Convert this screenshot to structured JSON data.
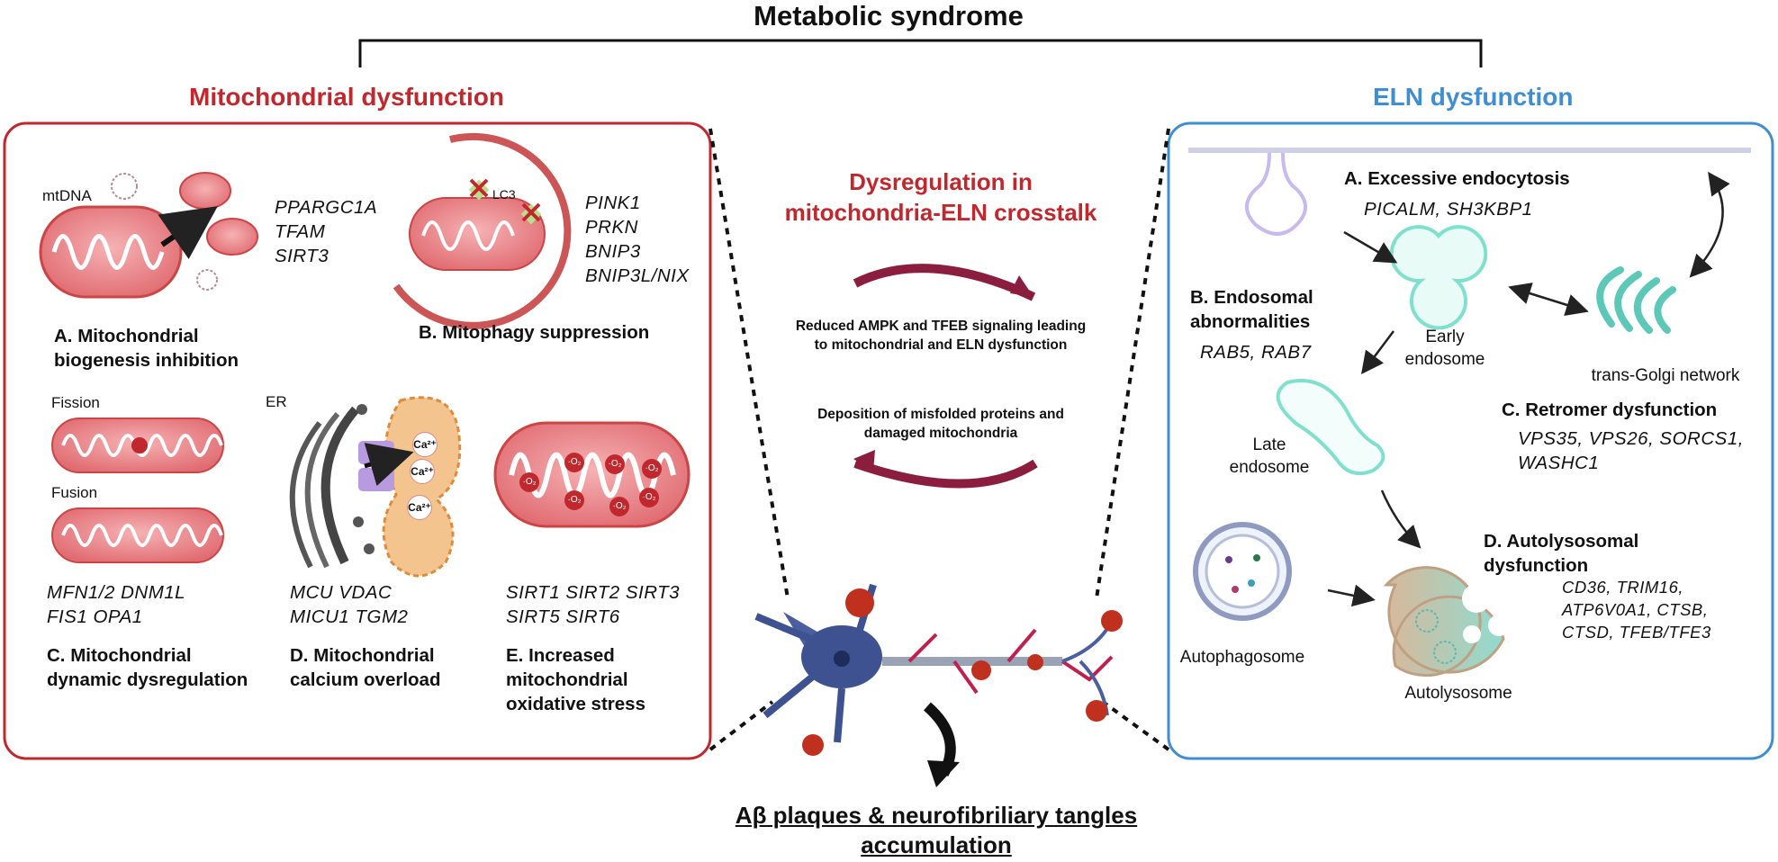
{
  "title": "Metabolic syndrome",
  "left_section": {
    "title": "Mitochondrial dysfunction",
    "mtdna_label": "mtDNA",
    "lc3_label": "LC3",
    "fission_label": "Fission",
    "fusion_label": "Fusion",
    "er_label": "ER",
    "ca_label": "Ca²⁺",
    "ros_label": "·O₂",
    "panel_a": {
      "title_line1": "A. Mitochondrial",
      "title_line2": "biogenesis inhibition",
      "genes": [
        "PPARGC1A",
        "TFAM",
        "SIRT3"
      ]
    },
    "panel_b": {
      "title": "B. Mitophagy suppression",
      "genes": [
        "PINK1",
        "PRKN",
        "BNIP3",
        "BNIP3L/NIX"
      ]
    },
    "panel_c": {
      "title_line1": "C. Mitochondrial",
      "title_line2": "dynamic dysregulation",
      "genes_line1": "MFN1/2  DNM1L",
      "genes_line2": "FIS1 OPA1"
    },
    "panel_d": {
      "title_line1": "D. Mitochondrial",
      "title_line2": "calcium overload",
      "genes_line1": "MCU  VDAC",
      "genes_line2": "MICU1 TGM2"
    },
    "panel_e": {
      "title_line1": "E. Increased",
      "title_line2": "mitochondrial",
      "title_line3": "oxidative stress",
      "genes_line1": "SIRT1 SIRT2 SIRT3",
      "genes_line2": "SIRT5 SIRT6"
    }
  },
  "middle": {
    "crosstalk_line1": "Dysregulation in",
    "crosstalk_line2": "mitochondria-ELN crosstalk",
    "signal_line1": "Reduced AMPK and TFEB signaling leading",
    "signal_line2": "to mitochondrial and ELN dysfunction",
    "deposit_line1": "Deposition of misfolded proteins and",
    "deposit_line2": "damaged mitochondria",
    "outcome_line1": "Aβ plaques & neurofibriliary tangles",
    "outcome_line2": "accumulation"
  },
  "right_section": {
    "title": "ELN dysfunction",
    "panel_a": {
      "title": "A. Excessive endocytosis",
      "genes": "PICALM, SH3KBP1"
    },
    "panel_b": {
      "title_line1": "B. Endosomal",
      "title_line2": "abnormalities",
      "genes": "RAB5, RAB7"
    },
    "panel_c": {
      "title": "C. Retromer  dysfunction",
      "genes_line1": "VPS35, VPS26, SORCS1,",
      "genes_line2": "WASHC1"
    },
    "panel_d": {
      "title_line1": "D. Autolysosomal",
      "title_line2": "dysfunction",
      "genes_line1": "CD36, TRIM16,",
      "genes_line2": "ATP6V0A1, CTSB,",
      "genes_line3": "CTSD, TFEB/TFE3"
    },
    "early_endosome_line1": "Early",
    "early_endosome_line2": "endosome",
    "late_endosome_line1": "Late",
    "late_endosome_line2": "endosome",
    "golgi_label": "trans-Golgi network",
    "autophagosome_label": "Autophagosome",
    "autolysosome_label": "Autolysosome"
  },
  "colors": {
    "red": "#c0282e",
    "blue": "#3f8ed2",
    "maroon": "#8b1d3f",
    "mito_fill": "#e87a7e",
    "teal": "#6fd4c4"
  }
}
